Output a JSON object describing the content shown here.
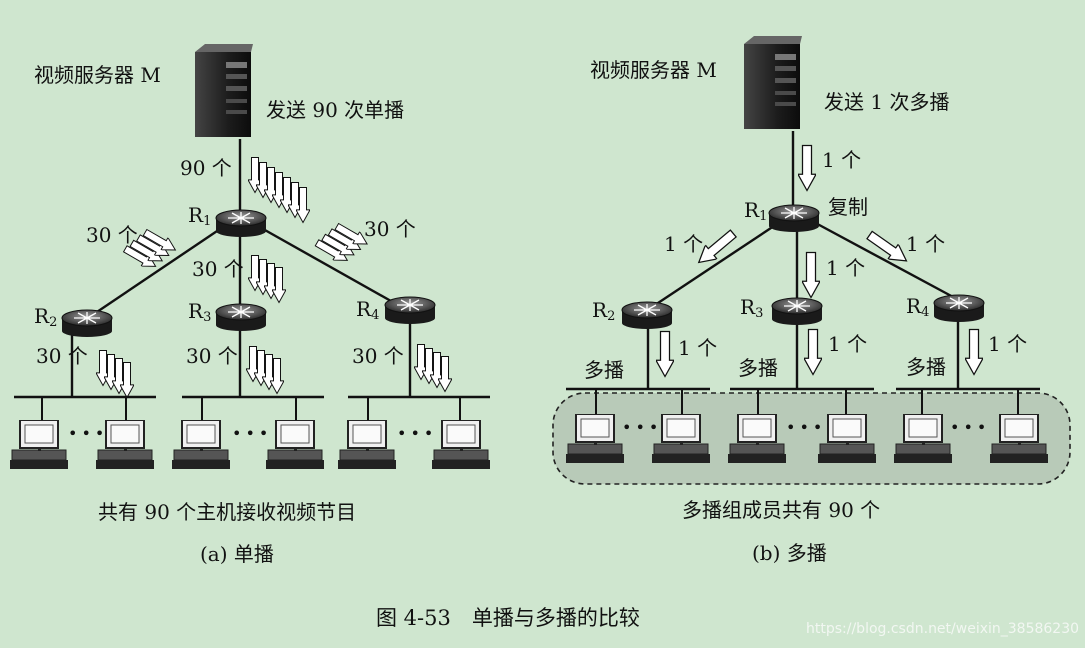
{
  "unicast": {
    "server_label": "视频服务器 M",
    "send_label": "发送 90 次单播",
    "count_90": "90 个",
    "r1": "R",
    "r1_sub": "1",
    "r2": "R",
    "r2_sub": "2",
    "r3": "R",
    "r3_sub": "3",
    "r4": "R",
    "r4_sub": "4",
    "count_r1_left": "30 个",
    "count_r1_mid": "30 个",
    "count_r1_right": "30 个",
    "count_r2_down": "30 个",
    "count_r3_down": "30 个",
    "count_r4_down": "30 个",
    "ellipsis": "•••",
    "summary": "共有 90 个主机接收视频节目",
    "caption": "(a) 单播"
  },
  "multicast": {
    "server_label": "视频服务器 M",
    "send_label": "发送 1 次多播",
    "count_top": "1 个",
    "copy_label": "复制",
    "r1": "R",
    "r1_sub": "1",
    "r2": "R",
    "r2_sub": "2",
    "r3": "R",
    "r3_sub": "3",
    "r4": "R",
    "r4_sub": "4",
    "count_r1_left": "1 个",
    "count_r1_mid": "1 个",
    "count_r1_right": "1 个",
    "count_r2_down": "1 个",
    "count_r3_down": "1 个",
    "count_r4_down": "1 个",
    "mc_label_2": "多播",
    "mc_label_3": "多播",
    "mc_label_4": "多播",
    "ellipsis": "•••",
    "summary": "多播组成员共有 90 个",
    "caption": "(b) 多播"
  },
  "figure_caption": "图 4-53　单播与多播的比较",
  "watermark": "https://blog.csdn.net/weixin_38586230",
  "colors": {
    "background": "#cfe6cf",
    "line": "#111111",
    "arrow_fill": "#ffffff",
    "group_fill": "#b8cab8"
  }
}
